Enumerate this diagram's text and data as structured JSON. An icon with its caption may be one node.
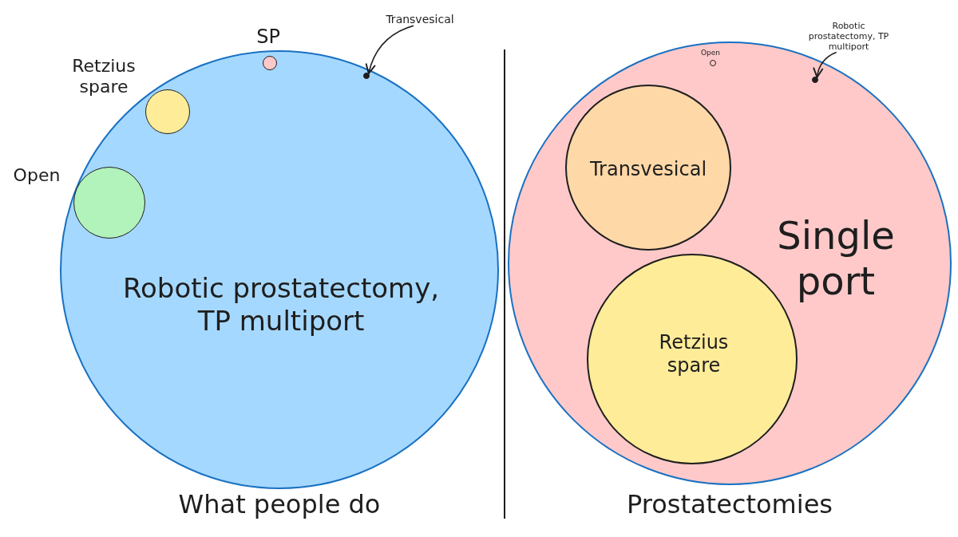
{
  "diagram": {
    "nodes": [
      {
        "text": [
          "Robotic prostatectomy, TP multiport"
        ]
      },
      {
        "text": [],
        "shape": "circle",
        "beside": [
          "Retzius spare"
        ],
        "in": 0
      },
      {
        "text": [],
        "shape": "circle",
        "beside": [
          "Open"
        ],
        "in": 0
      },
      {
        "text": [],
        "shape": "circle",
        "beside": [
          "SP"
        ],
        "in": 0
      },
      {
        "text": [
          "Transvesical"
        ]
      },
      {
        "text": [],
        "shape": "circle",
        "in": 0
      },
      {
        "text": [
          "Single port"
        ]
      },
      {
        "text": [
          "Transvesical"
        ],
        "in": 6
      },
      {
        "text": [
          "Retzius spare"
        ],
        "in": 6
      },
      {
        "text": [],
        "shape": "circle",
        "beside": [
          "Open"
        ],
        "in": 6
      },
      {
        "text": [
          "Robotic prostatectomy, TP multiport"
        ]
      },
      {
        "text": [],
        "shape": "circle",
        "in": 6
      }
    ],
    "edges": [
      {
        "from": 4,
        "to": 5,
        "arrow": "to"
      },
      {
        "from": 10,
        "to": 11,
        "arrow": "to"
      }
    ],
    "labels": [
      "What people do",
      "Prostatectomies"
    ]
  }
}
